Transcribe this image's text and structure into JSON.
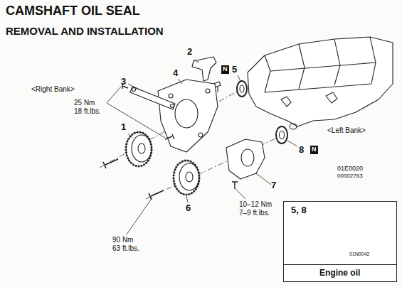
{
  "diagram": {
    "title": "CAMSHAFT OIL SEAL",
    "nodes": [
      {
        "text": [
          "5, 8",
          "01N0042"
        ]
      },
      {
        "text": [
          "Engine oil"
        ],
        "in": 0
      },
      {
        "text": [
          "N"
        ]
      },
      {
        "text": [
          "N"
        ]
      }
    ],
    "labels": [
      "REMOVAL AND INSTALLATION",
      "<Right Bank>",
      "2",
      "3",
      "4",
      "5",
      "1",
      "25 Nm",
      "18 ft.lbs.",
      "<Left Bank>",
      "8",
      "01E0020",
      "00002763",
      "7",
      "6",
      "90 Nm",
      "63 ft.lbs.",
      "10–12 Nm",
      "7–9 ft.lbs."
    ]
  }
}
